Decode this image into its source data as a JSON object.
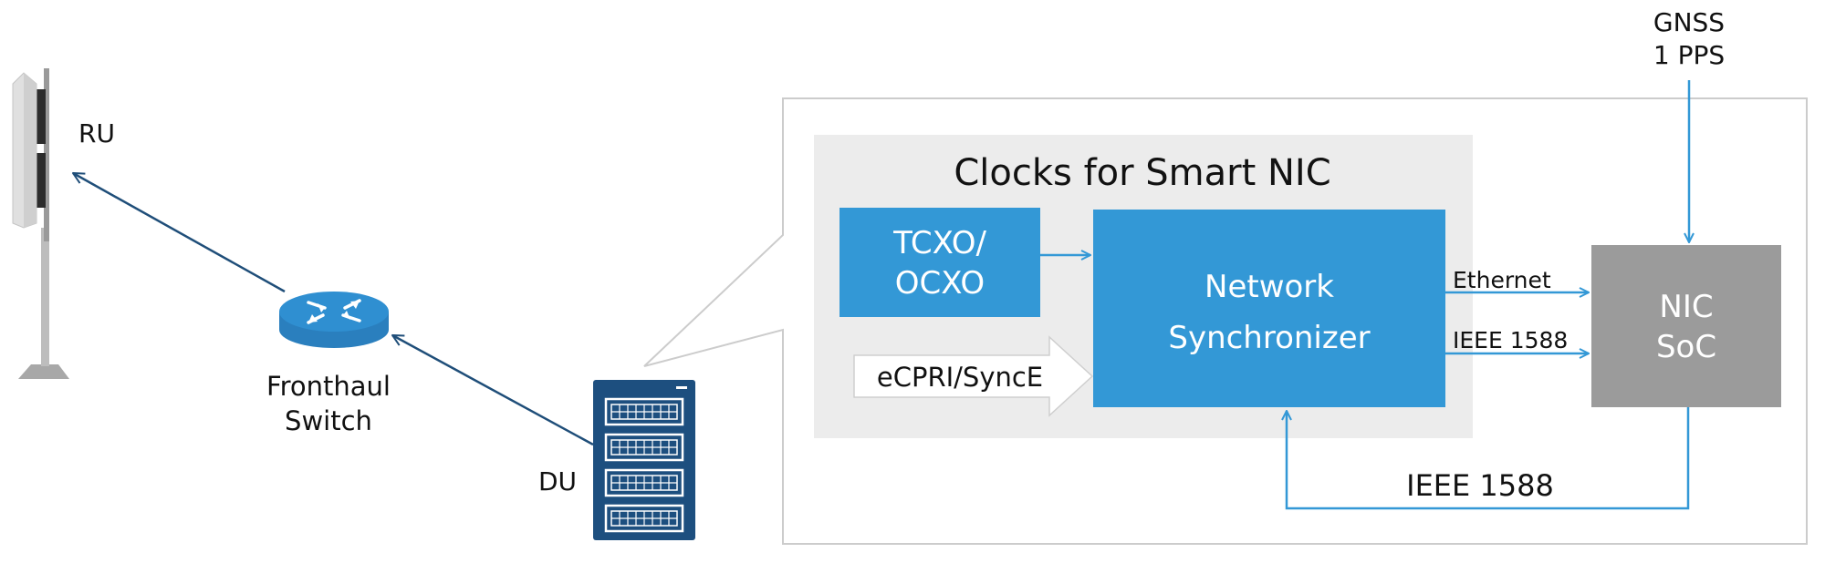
{
  "labels": {
    "ru": "RU",
    "fronthaul_line1": "Fronthaul",
    "fronthaul_line2": "Switch",
    "du": "DU",
    "panel_title": "Clocks for Smart NIC",
    "tcxo_line1": "TCXO/",
    "tcxo_line2": "OCXO",
    "ecpri": "eCPRI/SyncE",
    "sync_line1": "Network",
    "sync_line2": "Synchronizer",
    "ethernet": "Ethernet",
    "ieee_upper": "IEEE 1588",
    "ieee_lower": "IEEE 1588",
    "nic_line1": "NIC",
    "nic_line2": "SoC",
    "gnss_line1": "GNSS",
    "gnss_line2": "1 PPS"
  },
  "colors": {
    "blue_block": "#3398d6",
    "gray_block": "#9b9b9b",
    "panel_bg": "#ececec",
    "outline": "#cccccc",
    "dark_arrow": "#1f4e79",
    "du_rack": "#1d4f7f",
    "switch": "#2f8fd1"
  }
}
